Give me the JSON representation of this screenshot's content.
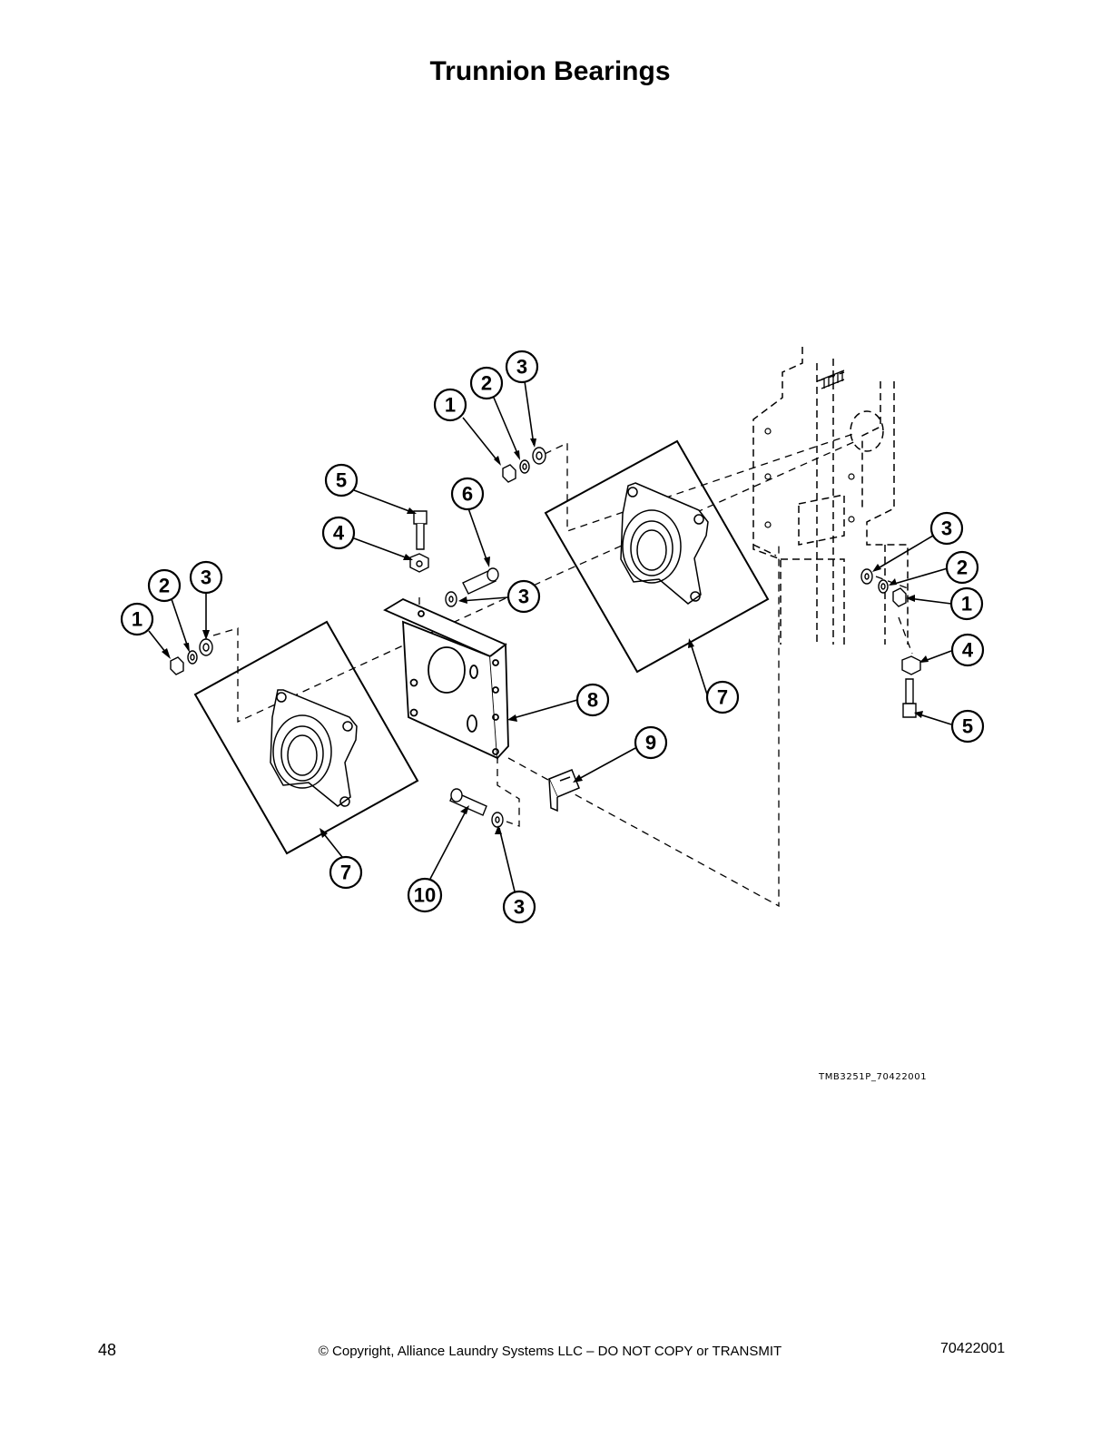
{
  "page": {
    "title": "Trunnion Bearings",
    "figure_code": "TMB3251P_70422001",
    "footer": {
      "page_number": "48",
      "copyright": "© Copyright, Alliance Laundry Systems LLC – DO NOT COPY or TRANSMIT",
      "doc_number": "70422001"
    }
  },
  "callouts": [
    {
      "id": "c1",
      "label": "1"
    },
    {
      "id": "c2",
      "label": "2"
    },
    {
      "id": "c3",
      "label": "3"
    },
    {
      "id": "c4",
      "label": "5"
    },
    {
      "id": "c5",
      "label": "6"
    },
    {
      "id": "c6",
      "label": "4"
    },
    {
      "id": "c7",
      "label": "3"
    },
    {
      "id": "c8",
      "label": "2"
    },
    {
      "id": "c9",
      "label": "3"
    },
    {
      "id": "c10",
      "label": "1"
    },
    {
      "id": "c11",
      "label": "3"
    },
    {
      "id": "c12",
      "label": "2"
    },
    {
      "id": "c13",
      "label": "1"
    },
    {
      "id": "c14",
      "label": "4"
    },
    {
      "id": "c15",
      "label": "5"
    },
    {
      "id": "c16",
      "label": "7"
    },
    {
      "id": "c17",
      "label": "8"
    },
    {
      "id": "c18",
      "label": "9"
    },
    {
      "id": "c19",
      "label": "7"
    },
    {
      "id": "c20",
      "label": "10"
    },
    {
      "id": "c21",
      "label": "3"
    }
  ]
}
